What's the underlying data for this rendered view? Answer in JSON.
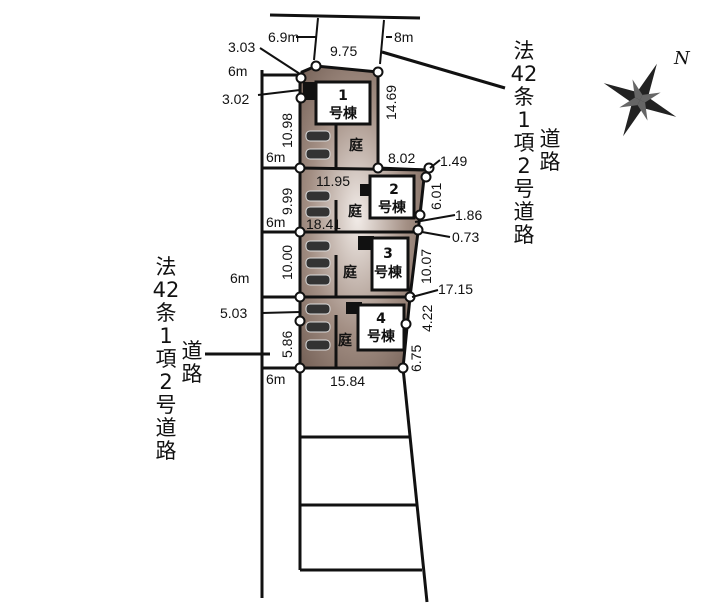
{
  "road_left": {
    "chars": [
      "法",
      "42",
      "条",
      "1",
      "項",
      "2",
      "号",
      "道",
      "路"
    ],
    "side": [
      "道",
      "路"
    ]
  },
  "road_right": {
    "chars": [
      "法",
      "42",
      "条",
      "1",
      "項",
      "2",
      "号",
      "道",
      "路"
    ],
    "side": [
      "道",
      "路"
    ]
  },
  "compass": {
    "north": "N"
  },
  "lots": [
    {
      "num": "1",
      "label": "号棟",
      "garden": "庭"
    },
    {
      "num": "2",
      "label": "号棟",
      "garden": "庭"
    },
    {
      "num": "3",
      "label": "号棟",
      "garden": "庭"
    },
    {
      "num": "4",
      "label": "号棟",
      "garden": "庭"
    }
  ],
  "dims": {
    "d_6_9m": "6.9m",
    "d_8m": "8m",
    "d_9_75": "9.75",
    "d_3_03": "3.03",
    "d_6m_1": "6m",
    "d_3_02": "3.02",
    "d_10_98": "10.98",
    "d_14_69": "14.69",
    "d_6m_2": "6m",
    "d_8_02": "8.02",
    "d_1_49": "1.49",
    "d_11_95": "11.95",
    "d_9_99": "9.99",
    "d_6_01": "6.01",
    "d_1_86": "1.86",
    "d_6m_3": "6m",
    "d_18_41": "18.41",
    "d_0_73": "0.73",
    "d_10_00": "10.00",
    "d_10_07": "10.07",
    "d_6m_4": "6m",
    "d_17_15": "17.15",
    "d_5_03": "5.03",
    "d_4_22": "4.22",
    "d_5_86": "5.86",
    "d_6_75": "6.75",
    "d_6m_5": "6m",
    "d_15_84": "15.84"
  },
  "colors": {
    "lot": "#8a7468",
    "lot_light": "#e8e0da"
  }
}
